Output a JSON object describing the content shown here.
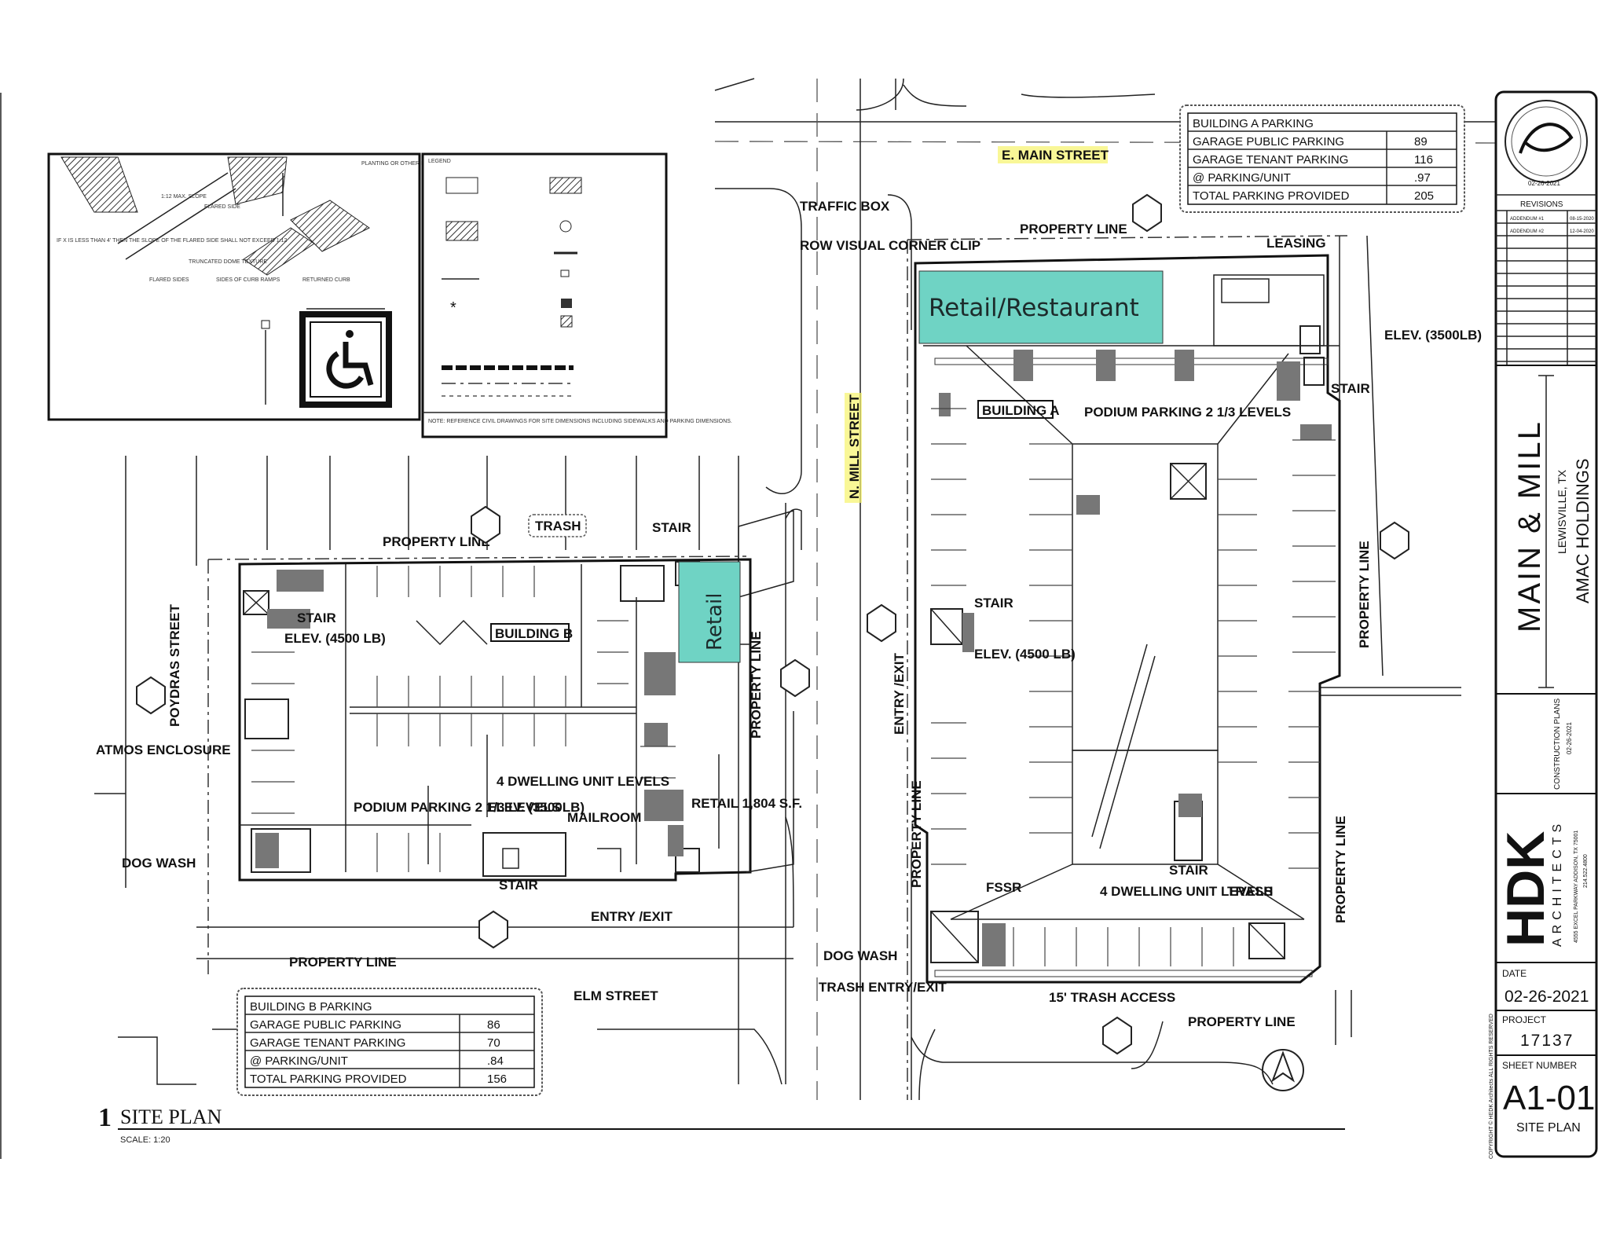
{
  "legend": {
    "title": "LEGEND",
    "note": "NOTE: REFERENCE CIVIL DRAWINGS FOR SITE DIMENSIONS INCLUDING SIDEWALKS AND PARKING DIMENSIONS."
  },
  "ramp_detail": {
    "notes": [
      "PLANTING OR OTHER NON-WALK",
      "1:12 MAX. SLOPE",
      "FLARED SIDE",
      "IF X IS LESS THAN 4' THEN THE SLOPE OF THE FLARED SIDE SHALL NOT EXCEED 1:12",
      "TRUNCATED DOME TEXTURE"
    ],
    "captions": [
      "FLARED SIDES",
      "SIDES OF CURB RAMPS",
      "RETURNED CURB"
    ]
  },
  "streets": {
    "e_main": "E. MAIN STREET",
    "n_mill": "N. MILL STREET",
    "poydras": "POYDRAS STREET",
    "elm": "ELM STREET"
  },
  "highlights": {
    "retail_restaurant": "Retail/Restaurant",
    "retail": "Retail"
  },
  "building_a": {
    "name": "BUILDING A",
    "labels": {
      "traffic_box": "TRAFFIC BOX",
      "row_clip": "ROW VISUAL CORNER CLIP",
      "property_line_top": "PROPERTY LINE",
      "leasing": "LEASING",
      "elev": "ELEV. (3500LB)",
      "stair_top": "STAIR",
      "podium": "PODIUM PARKING 2 1/3 LEVELS",
      "stair_mid": "STAIR",
      "elev_mid": "ELEV. (4500 LB)",
      "entry_exit": "ENTRY /EXIT",
      "property_line_left": "PROPERTY LINE",
      "property_line_right": "PROPERTY LINE",
      "property_line_right2": "PROPERTY LINE",
      "fssr": "FSSR",
      "stair_bottom": "STAIR",
      "dwelling": "4 DWELLING UNIT LEVELS",
      "trash": "TRASH",
      "dog_wash": "DOG WASH",
      "trash_entry": "TRASH ENTRY/EXIT",
      "trash_access": "15' TRASH ACCESS",
      "property_line_bottom": "PROPERTY LINE"
    },
    "parking": {
      "title": "BUILDING A PARKING",
      "rows": [
        {
          "label": "GARAGE PUBLIC PARKING",
          "value": "89"
        },
        {
          "label": "GARAGE TENANT PARKING",
          "value": "116"
        },
        {
          "label": "@ PARKING/UNIT",
          "value": ".97"
        },
        {
          "label": "TOTAL PARKING PROVIDED",
          "value": "205"
        }
      ]
    }
  },
  "building_b": {
    "name": "BUILDING B",
    "labels": {
      "property_line_top": "PROPERTY LINE",
      "trash": "TRASH",
      "stair_top": "STAIR",
      "stair_left": "STAIR",
      "elev_left": "ELEV. (4500 LB)",
      "atmos": "ATMOS ENCLOSURE",
      "property_line_right": "PROPERTY LINE",
      "dwelling": "4 DWELLING UNIT LEVELS",
      "podium": "PODIUM PARKING 2 1/3 LEVELS",
      "elev_mid": "ELEV. (3500LB)",
      "mailroom": "MAILROOM",
      "retail_sf": "RETAIL 1,804 S.F.",
      "dog_wash": "DOG WASH",
      "stair_bottom": "STAIR",
      "entry_exit": "ENTRY /EXIT",
      "property_line_bottom": "PROPERTY LINE"
    },
    "parking": {
      "title": "BUILDING B PARKING",
      "rows": [
        {
          "label": "GARAGE PUBLIC PARKING",
          "value": "86"
        },
        {
          "label": "GARAGE TENANT PARKING",
          "value": "70"
        },
        {
          "label": "@ PARKING/UNIT",
          "value": ".84"
        },
        {
          "label": "TOTAL PARKING PROVIDED",
          "value": "156"
        }
      ]
    }
  },
  "drawing_title": {
    "number": "1",
    "title": "SITE PLAN",
    "scale": "SCALE: 1:20"
  },
  "title_block": {
    "seal_date": "02-26-2021",
    "revisions_label": "REVISIONS",
    "revisions": [
      {
        "name": "ADDENDUM #1",
        "date": "08-15-2020"
      },
      {
        "name": "ADDENDUM #2",
        "date": "12-04-2020"
      }
    ],
    "project_name": "MAIN & MILL",
    "location": "LEWISVILLE, TX",
    "client": "AMAC HOLDINGS",
    "phase": "CONSTRUCTION PLANS",
    "phase_date": "02-26-2021",
    "firm_logo": "HDK",
    "firm_sub": "ARCHITECTS",
    "firm_address": "4555 EXCEL PARKWAY  ADDISON, TX 75001",
    "firm_phone": "214.522.4800",
    "copyright": "COPYRIGHT © HEDK Architects ALL RIGHTS RESERVED",
    "date_label": "DATE",
    "date": "02-26-2021",
    "project_label": "PROJECT",
    "project_number": "17137",
    "sheet_label": "SHEET NUMBER",
    "sheet_number": "A1-01",
    "sheet_title": "SITE PLAN"
  },
  "colors": {
    "highlight": "#6fd3c4",
    "street_highlight": "#f7f36b"
  }
}
